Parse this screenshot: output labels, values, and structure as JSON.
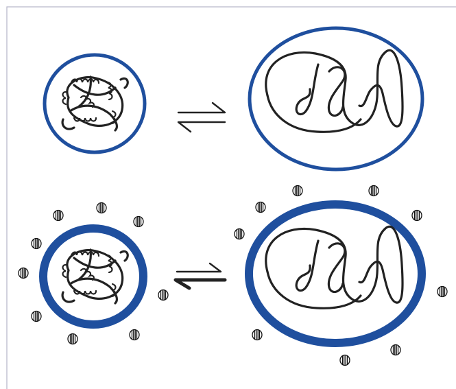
{
  "diagram": {
    "rows": [
      {
        "id": "dilute",
        "left_state": "compact",
        "right_state": "expanded",
        "equilibrium_favors": "neutral",
        "ring": "thin",
        "crowders": 0
      },
      {
        "id": "crowded",
        "left_state": "compact",
        "right_state": "expanded",
        "equilibrium_favors": "left",
        "ring": "thick",
        "crowders": 19
      }
    ],
    "colors": {
      "ring": "#1f4f9e",
      "chain": "#222222",
      "crowder": "#111111",
      "frame": "#b3b3c8"
    },
    "icons": [
      "compact-protein-icon",
      "unfolded-protein-icon",
      "equilibrium-arrows-icon",
      "crowder-molecule-icon"
    ]
  }
}
